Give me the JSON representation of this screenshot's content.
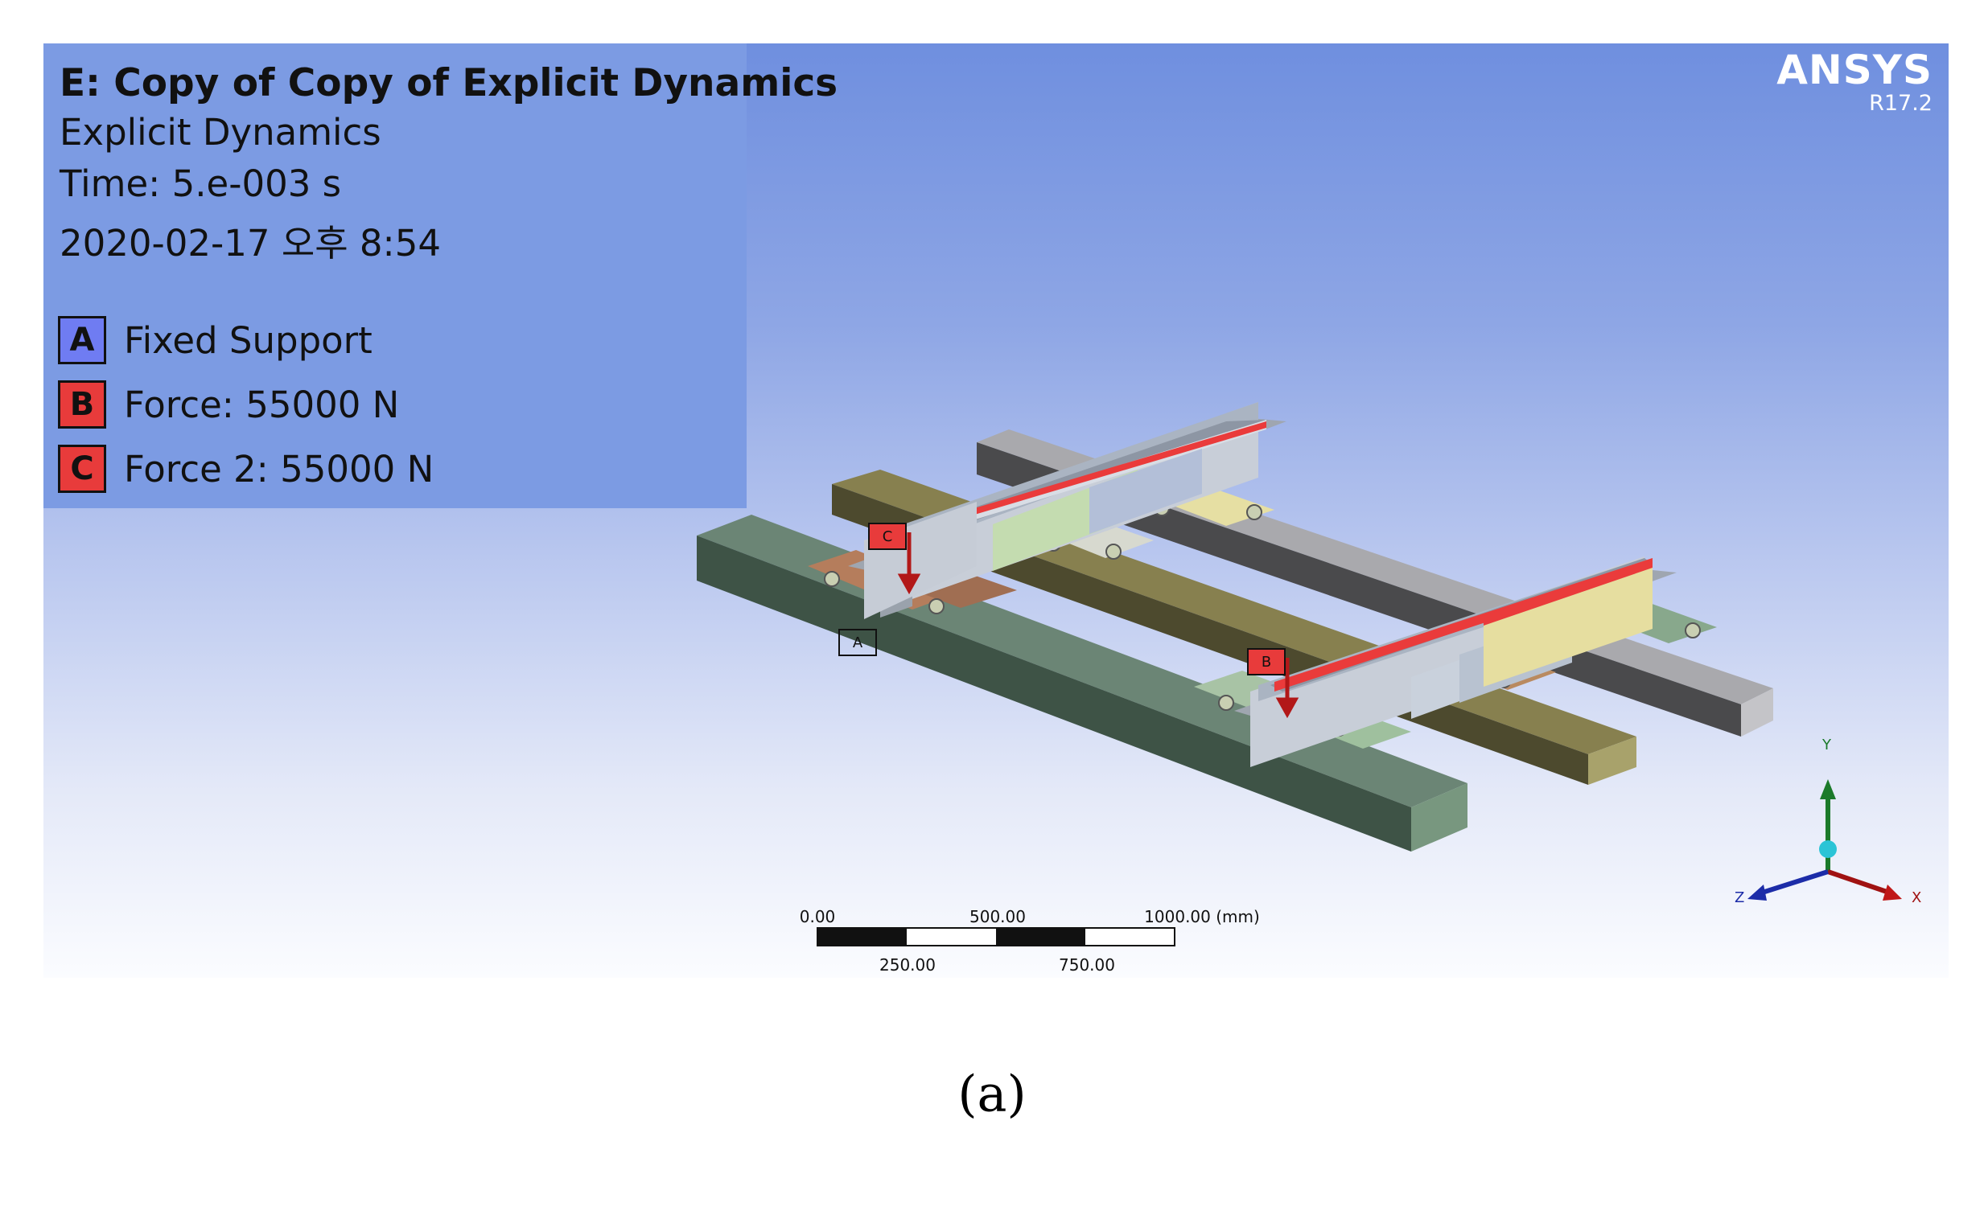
{
  "info": {
    "title": "E: Copy of Copy of Explicit Dynamics",
    "analysis_type": "Explicit Dynamics",
    "time": "Time: 5.e-003 s",
    "timestamp": "2020-02-17 오후 8:54"
  },
  "legend": [
    {
      "key": "A",
      "label": "Fixed Support",
      "color": "#6f7cf2"
    },
    {
      "key": "B",
      "label": "Force: 55000 N",
      "color": "#e83b3b"
    },
    {
      "key": "C",
      "label": "Force 2: 55000 N",
      "color": "#e83b3b"
    }
  ],
  "brand": {
    "name": "ANSYS",
    "version": "R17.2"
  },
  "markers": {
    "a": "A",
    "b": "B",
    "c": "C"
  },
  "scale_bar": {
    "top_labels": [
      "0.00",
      "500.00",
      "1000.00 (mm)"
    ],
    "bottom_labels": [
      "250.00",
      "750.00"
    ]
  },
  "axes": {
    "x": "X",
    "y": "Y",
    "z": "Z"
  },
  "caption": "(a)"
}
